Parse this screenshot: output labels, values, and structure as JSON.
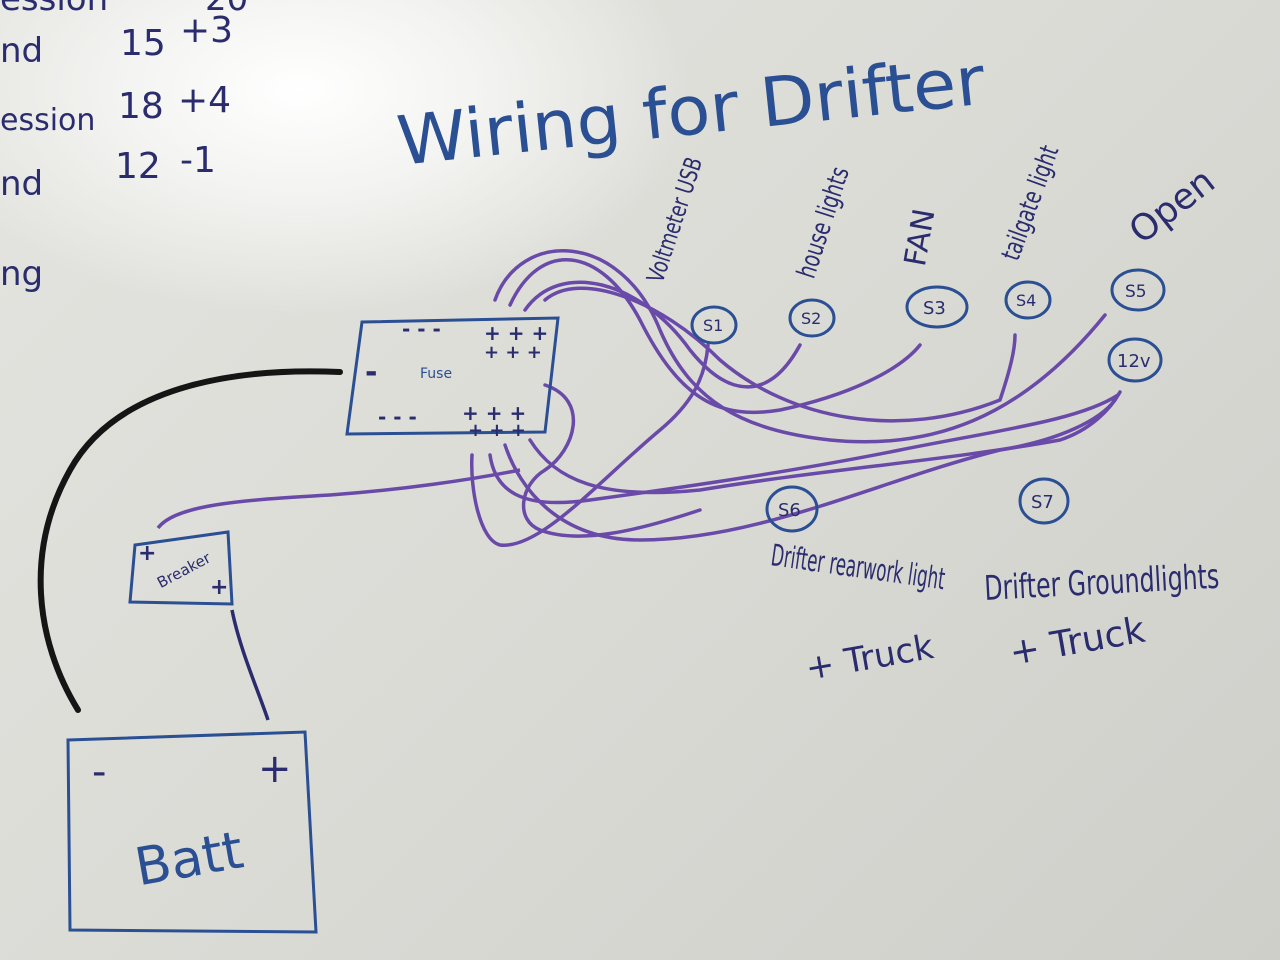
{
  "title": "Wiring for Drifter",
  "colors": {
    "board": "#e2e2de",
    "blue_marker": "#2b4f93",
    "navy_marker": "#2a2c6e",
    "purple_wire": "#6a4aa8",
    "black_wire": "#151515"
  },
  "scoreboard": {
    "rows": [
      {
        "label": "ession",
        "score": "20",
        "delta": ""
      },
      {
        "label": "nd",
        "score": "15",
        "delta": "+3"
      },
      {
        "label": "ession",
        "score": "18",
        "delta": "+4"
      },
      {
        "label": "nd",
        "score": "12",
        "delta": "-1"
      },
      {
        "label": "ng",
        "score": "",
        "delta": ""
      }
    ]
  },
  "battery": {
    "label": "Batt",
    "neg": "-",
    "pos": "+"
  },
  "breaker": {
    "label": "Breaker",
    "pos_left": "+",
    "pos_right": "+"
  },
  "fuse_box": {
    "label": "Fuse",
    "neg": "-",
    "left_slots": "- - -",
    "plus_row1": "+ + +",
    "plus_row2": "+ + +"
  },
  "circuits": [
    {
      "id": "S1",
      "label": "Voltmeter USB"
    },
    {
      "id": "S2",
      "label": "house lights"
    },
    {
      "id": "S3",
      "label": "FAN"
    },
    {
      "id": "S4",
      "label": "tailgate light"
    },
    {
      "id": "S5",
      "label": "Open"
    },
    {
      "id": "12v",
      "label": ""
    },
    {
      "id": "S6",
      "label": "Drifter rearwork light",
      "sub": "+ Truck"
    },
    {
      "id": "S7",
      "label": "Drifter Groundlights",
      "sub": "+ Truck"
    }
  ]
}
